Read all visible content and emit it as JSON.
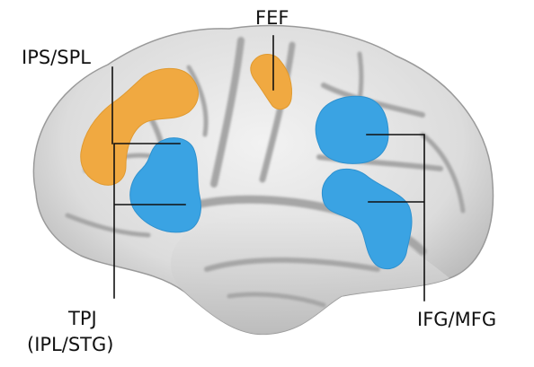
{
  "labels": {
    "fef": "FEF",
    "ips_spl": "IPS/SPL",
    "tpj_line1": "TPJ",
    "tpj_line2": "(IPL/STG)",
    "ifg_mfg": "IFG/MFG"
  },
  "colors": {
    "dorsal_network": "#F0A941",
    "ventral_network": "#3AA3E3",
    "cortex_light": "#E8E8E8",
    "cortex_mid": "#C9C9C9",
    "cortex_dark": "#9E9E9E",
    "leader_line": "#111111"
  }
}
